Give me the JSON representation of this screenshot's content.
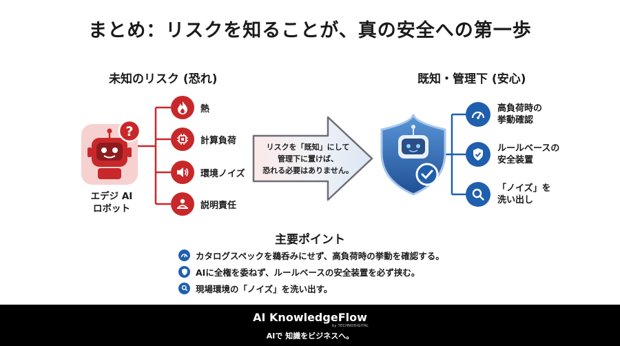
{
  "title": "まとめ：リスクを知ることが、真の安全への第一歩",
  "unknown_risk": {
    "heading": "未知のリスク (恐れ)",
    "robot_label": [
      "エデジ AI",
      "ロボット"
    ],
    "robot_badge": "?",
    "items": [
      {
        "label": "熱",
        "icon": "flame-icon"
      },
      {
        "label": "計算負荷",
        "icon": "chip-icon"
      },
      {
        "label": "環境ノイズ",
        "icon": "speaker-icon"
      },
      {
        "label": "説明責任",
        "icon": "person-hand-icon"
      }
    ]
  },
  "arrow": {
    "lines": [
      "リスクを「既知」にして",
      "管理下に置けば、",
      "恐れる必要はありません。"
    ]
  },
  "known_control": {
    "heading": "既知・管理下 (安心)",
    "items": [
      {
        "lines": [
          "高負荷時の",
          "挙動確認"
        ],
        "icon": "gauge-icon"
      },
      {
        "lines": [
          "ルールベースの",
          "安全装置"
        ],
        "icon": "shield-check-icon"
      },
      {
        "lines": [
          "「ノイズ」を",
          "洗い出し"
        ],
        "icon": "magnifier-icon"
      }
    ]
  },
  "key_points": {
    "title": "主要ポイント",
    "items": [
      {
        "text": "カタログスペックを鵜呑みにせず、高負荷時の挙動を確認する。",
        "icon": "gauge-icon"
      },
      {
        "text": "AIに全権を委ねず、ルールベースの安全装置を必ず挟む。",
        "icon": "shield-check-icon"
      },
      {
        "text": "現場環境の「ノイズ」を洗い出す。",
        "icon": "magnifier-icon"
      }
    ]
  },
  "footer": {
    "brand": "AI KnowledgeFlow",
    "brand_sub": "by TECHNODIGITAL",
    "tagline": "AIで 知識をビジネスへ。"
  },
  "colors": {
    "risk": "#c8282a",
    "control": "#1f5fae",
    "footer_bg": "#000000"
  }
}
